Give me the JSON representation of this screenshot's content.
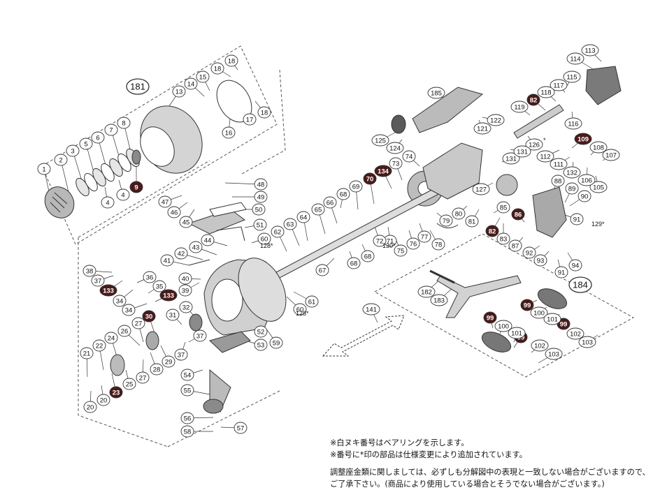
{
  "diagram": {
    "colors": {
      "line": "#333333",
      "dash": "#555555",
      "part_fill": "#e6e6e6",
      "part_dark": "#8a8a8a",
      "bearing_fill": "#4a1a1a",
      "bearing_text": "#ffffff",
      "label_fill": "#ffffff"
    },
    "group_labels": [
      {
        "id": "g181",
        "text": "181"
      },
      {
        "id": "g184",
        "text": "184"
      }
    ],
    "labels": [
      {
        "id": "p1",
        "text": "1",
        "bearing": false
      },
      {
        "id": "p2",
        "text": "2",
        "bearing": false
      },
      {
        "id": "p3",
        "text": "3",
        "bearing": false
      },
      {
        "id": "p4a",
        "text": "4",
        "bearing": false
      },
      {
        "id": "p4b",
        "text": "4",
        "bearing": false
      },
      {
        "id": "p5",
        "text": "5",
        "bearing": false
      },
      {
        "id": "p6",
        "text": "6",
        "bearing": false
      },
      {
        "id": "p7",
        "text": "7",
        "bearing": false
      },
      {
        "id": "p8",
        "text": "8",
        "bearing": false
      },
      {
        "id": "p9",
        "text": "9",
        "bearing": true
      },
      {
        "id": "p13",
        "text": "13",
        "bearing": false
      },
      {
        "id": "p14",
        "text": "14",
        "bearing": false
      },
      {
        "id": "p15",
        "text": "15",
        "bearing": false
      },
      {
        "id": "p16",
        "text": "16",
        "bearing": false
      },
      {
        "id": "p17",
        "text": "17",
        "bearing": false
      },
      {
        "id": "p18a",
        "text": "18",
        "bearing": false
      },
      {
        "id": "p18b",
        "text": "18",
        "bearing": false
      },
      {
        "id": "p18c",
        "text": "18",
        "bearing": false
      },
      {
        "id": "p20a",
        "text": "20",
        "bearing": false
      },
      {
        "id": "p20b",
        "text": "20",
        "bearing": false
      },
      {
        "id": "p21",
        "text": "21",
        "bearing": false
      },
      {
        "id": "p22",
        "text": "22",
        "bearing": false
      },
      {
        "id": "p23a",
        "text": "23",
        "bearing": true
      },
      {
        "id": "p23b",
        "text": "23",
        "bearing": true
      },
      {
        "id": "p24",
        "text": "24",
        "bearing": false
      },
      {
        "id": "p25",
        "text": "25",
        "bearing": false
      },
      {
        "id": "p26",
        "text": "26",
        "bearing": false
      },
      {
        "id": "p27a",
        "text": "27",
        "bearing": false
      },
      {
        "id": "p27b",
        "text": "27",
        "bearing": false
      },
      {
        "id": "p28",
        "text": "28",
        "bearing": false
      },
      {
        "id": "p29",
        "text": "29",
        "bearing": false
      },
      {
        "id": "p30",
        "text": "30",
        "bearing": true
      },
      {
        "id": "p31",
        "text": "31",
        "bearing": false
      },
      {
        "id": "p32",
        "text": "32",
        "bearing": false
      },
      {
        "id": "p33a",
        "text": "133",
        "bearing": true
      },
      {
        "id": "p33b",
        "text": "133",
        "bearing": true
      },
      {
        "id": "p34a",
        "text": "34",
        "bearing": false
      },
      {
        "id": "p34b",
        "text": "34",
        "bearing": false
      },
      {
        "id": "p35",
        "text": "35",
        "bearing": false
      },
      {
        "id": "p36",
        "text": "36",
        "bearing": false
      },
      {
        "id": "p37a",
        "text": "37",
        "bearing": false
      },
      {
        "id": "p37b",
        "text": "37",
        "bearing": false
      },
      {
        "id": "p37c",
        "text": "37",
        "bearing": false
      },
      {
        "id": "p38",
        "text": "38",
        "bearing": false
      },
      {
        "id": "p39",
        "text": "39",
        "bearing": false
      },
      {
        "id": "p40",
        "text": "40",
        "bearing": false
      },
      {
        "id": "p41",
        "text": "41",
        "bearing": false
      },
      {
        "id": "p42",
        "text": "42",
        "bearing": false
      },
      {
        "id": "p43",
        "text": "43",
        "bearing": false
      },
      {
        "id": "p44",
        "text": "44",
        "bearing": false
      },
      {
        "id": "p45",
        "text": "45",
        "bearing": false
      },
      {
        "id": "p46",
        "text": "46",
        "bearing": false
      },
      {
        "id": "p47",
        "text": "47",
        "bearing": false
      },
      {
        "id": "p48",
        "text": "48",
        "bearing": false
      },
      {
        "id": "p49",
        "text": "49",
        "bearing": false
      },
      {
        "id": "p50",
        "text": "50",
        "bearing": false
      },
      {
        "id": "p51",
        "text": "51",
        "bearing": false
      },
      {
        "id": "p52",
        "text": "52",
        "bearing": false
      },
      {
        "id": "p53",
        "text": "53",
        "bearing": false
      },
      {
        "id": "p54",
        "text": "54",
        "bearing": false
      },
      {
        "id": "p55",
        "text": "55",
        "bearing": false
      },
      {
        "id": "p56",
        "text": "56",
        "bearing": false
      },
      {
        "id": "p57",
        "text": "57",
        "bearing": false
      },
      {
        "id": "p58",
        "text": "58",
        "bearing": false
      },
      {
        "id": "p59",
        "text": "59",
        "bearing": false
      },
      {
        "id": "p60a",
        "text": "60",
        "bearing": false
      },
      {
        "id": "p60b",
        "text": "60",
        "bearing": false
      },
      {
        "id": "p61",
        "text": "61",
        "bearing": false
      },
      {
        "id": "p62",
        "text": "62",
        "bearing": false
      },
      {
        "id": "p63",
        "text": "63",
        "bearing": false
      },
      {
        "id": "p64",
        "text": "64",
        "bearing": false
      },
      {
        "id": "p65",
        "text": "65",
        "bearing": false
      },
      {
        "id": "p66",
        "text": "66",
        "bearing": false
      },
      {
        "id": "p67",
        "text": "67",
        "bearing": false
      },
      {
        "id": "p68a",
        "text": "68",
        "bearing": false
      },
      {
        "id": "p68b",
        "text": "68",
        "bearing": false
      },
      {
        "id": "p68c",
        "text": "68",
        "bearing": false
      },
      {
        "id": "p69",
        "text": "69",
        "bearing": false
      },
      {
        "id": "p70",
        "text": "70",
        "bearing": true
      },
      {
        "id": "p71",
        "text": "71",
        "bearing": false
      },
      {
        "id": "p72",
        "text": "72",
        "bearing": false
      },
      {
        "id": "p73",
        "text": "73",
        "bearing": false
      },
      {
        "id": "p74",
        "text": "74",
        "bearing": false
      },
      {
        "id": "p75",
        "text": "75",
        "bearing": false
      },
      {
        "id": "p76",
        "text": "76",
        "bearing": false
      },
      {
        "id": "p77",
        "text": "77",
        "bearing": false
      },
      {
        "id": "p78",
        "text": "78",
        "bearing": false
      },
      {
        "id": "p79",
        "text": "79",
        "bearing": false
      },
      {
        "id": "p80",
        "text": "80",
        "bearing": false
      },
      {
        "id": "p81",
        "text": "81",
        "bearing": false
      },
      {
        "id": "p82a",
        "text": "82",
        "bearing": true
      },
      {
        "id": "p82b",
        "text": "82",
        "bearing": true
      },
      {
        "id": "p83",
        "text": "83",
        "bearing": false
      },
      {
        "id": "p85",
        "text": "85",
        "bearing": false
      },
      {
        "id": "p86",
        "text": "86",
        "bearing": true
      },
      {
        "id": "p87",
        "text": "87",
        "bearing": false
      },
      {
        "id": "p88",
        "text": "88",
        "bearing": false
      },
      {
        "id": "p89",
        "text": "89",
        "bearing": false
      },
      {
        "id": "p90",
        "text": "90",
        "bearing": false
      },
      {
        "id": "p91a",
        "text": "91",
        "bearing": false
      },
      {
        "id": "p91b",
        "text": "91",
        "bearing": false
      },
      {
        "id": "p92",
        "text": "92",
        "bearing": false
      },
      {
        "id": "p93",
        "text": "93",
        "bearing": false
      },
      {
        "id": "p94",
        "text": "94",
        "bearing": false
      },
      {
        "id": "p99a",
        "text": "99",
        "bearing": true
      },
      {
        "id": "p99b",
        "text": "99",
        "bearing": true
      },
      {
        "id": "p99c",
        "text": "99",
        "bearing": true
      },
      {
        "id": "p99d",
        "text": "99",
        "bearing": true
      },
      {
        "id": "p100a",
        "text": "100",
        "bearing": false
      },
      {
        "id": "p100b",
        "text": "100",
        "bearing": false
      },
      {
        "id": "p101a",
        "text": "101",
        "bearing": false
      },
      {
        "id": "p101b",
        "text": "101",
        "bearing": false
      },
      {
        "id": "p102a",
        "text": "102",
        "bearing": false
      },
      {
        "id": "p102b",
        "text": "102",
        "bearing": false
      },
      {
        "id": "p103a",
        "text": "103",
        "bearing": false
      },
      {
        "id": "p103b",
        "text": "103",
        "bearing": false
      },
      {
        "id": "p105",
        "text": "105",
        "bearing": false
      },
      {
        "id": "p106",
        "text": "106",
        "bearing": false
      },
      {
        "id": "p107",
        "text": "107",
        "bearing": false
      },
      {
        "id": "p108",
        "text": "108",
        "bearing": false
      },
      {
        "id": "p109",
        "text": "109",
        "bearing": true
      },
      {
        "id": "p111",
        "text": "111",
        "bearing": false
      },
      {
        "id": "p112",
        "text": "112",
        "bearing": false
      },
      {
        "id": "p113",
        "text": "113",
        "bearing": false
      },
      {
        "id": "p114",
        "text": "114",
        "bearing": false
      },
      {
        "id": "p115",
        "text": "115",
        "bearing": false
      },
      {
        "id": "p116",
        "text": "116",
        "bearing": false
      },
      {
        "id": "p117",
        "text": "117",
        "bearing": false
      },
      {
        "id": "p118",
        "text": "118",
        "bearing": false
      },
      {
        "id": "p119",
        "text": "119",
        "bearing": false
      },
      {
        "id": "p121",
        "text": "121",
        "bearing": false
      },
      {
        "id": "p122",
        "text": "122",
        "bearing": false
      },
      {
        "id": "p124",
        "text": "124",
        "bearing": false
      },
      {
        "id": "p125",
        "text": "125",
        "bearing": false
      },
      {
        "id": "p126",
        "text": "126",
        "bearing": false
      },
      {
        "id": "p127",
        "text": "127",
        "bearing": false
      },
      {
        "id": "p131a",
        "text": "131",
        "bearing": false
      },
      {
        "id": "p131b",
        "text": "131",
        "bearing": false
      },
      {
        "id": "p132",
        "text": "132",
        "bearing": false
      },
      {
        "id": "p134",
        "text": "134",
        "bearing": true
      },
      {
        "id": "p141",
        "text": "141",
        "bearing": false
      },
      {
        "id": "p182",
        "text": "182",
        "bearing": false
      },
      {
        "id": "p183",
        "text": "183",
        "bearing": false
      },
      {
        "id": "p185",
        "text": "185",
        "bearing": false
      }
    ],
    "star_marks": [
      {
        "id": "s126",
        "text": "*"
      },
      {
        "id": "s128a",
        "text": "128*"
      },
      {
        "id": "s128b",
        "text": "128*"
      },
      {
        "id": "s129",
        "text": "129*"
      },
      {
        "id": "s130",
        "text": "130*"
      }
    ],
    "notes": [
      "※白ヌキ番号はベアリングを示します。",
      "※番号に*印の部品は仕様変更により追加されています。",
      "調整座金類に関しましては、必ずしも分解図中の表現と一致しない場合がございますので、",
      "ご了承下さい。(商品により使用している場合とそうでない場合がございます。)"
    ]
  }
}
